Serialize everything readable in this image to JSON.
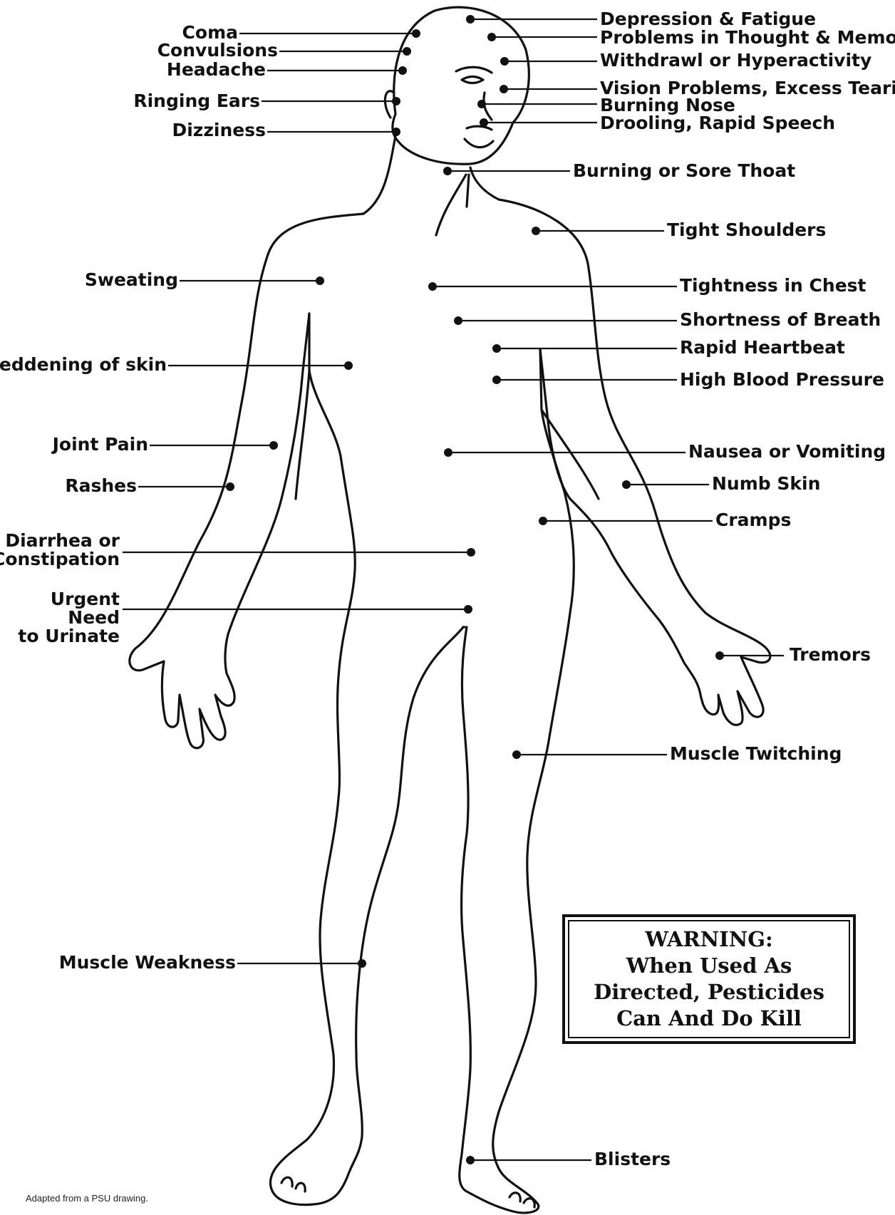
{
  "colors": {
    "ink": "#111111",
    "background": "#ffffff"
  },
  "labels": {
    "coma": "Coma",
    "convulsions": "Convulsions",
    "headache": "Headache",
    "ringing_ears": "Ringing Ears",
    "dizziness": "Dizziness",
    "depression": "Depression & Fatigue",
    "thought_memory": "Problems in Thought & Memory",
    "withdrawl": "Withdrawl or Hyperactivity",
    "vision": "Vision Problems, Excess Tearing",
    "burning_nose": "Burning Nose",
    "drooling": "Drooling, Rapid Speech",
    "sore_throat": "Burning or Sore Thoat",
    "tight_shoulders": "Tight Shoulders",
    "sweating": "Sweating",
    "tightness_chest": "Tightness in Chest",
    "shortness_breath": "Shortness of Breath",
    "rapid_heartbeat": "Rapid Heartbeat",
    "reddening_skin": "Reddening of skin",
    "high_blood_pressure": "High Blood Pressure",
    "joint_pain": "Joint Pain",
    "nausea": "Nausea or Vomiting",
    "rashes": "Rashes",
    "numb_skin": "Numb Skin",
    "cramps": "Cramps",
    "diarrhea": "Diarrhea or\nConstipation",
    "urinate": "Urgent Need\nto Urinate",
    "tremors": "Tremors",
    "muscle_twitching": "Muscle Twitching",
    "muscle_weakness": "Muscle Weakness",
    "blisters": "Blisters"
  },
  "warning": {
    "line1": "WARNING:",
    "line2": "When Used As",
    "line3": "Directed, Pesticides",
    "line4": "Can And Do Kill"
  },
  "credit": "Adapted from a PSU drawing."
}
